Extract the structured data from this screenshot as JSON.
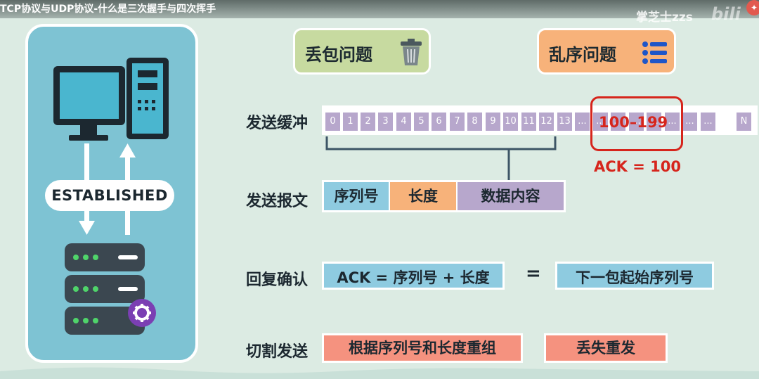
{
  "video": {
    "title": "TCP协议与UDP协议-什么是三次握手与四次挥手",
    "watermark": "掌芝士zzs",
    "platform_logo": "bilibili"
  },
  "left_panel": {
    "connection_state": "ESTABLISHED"
  },
  "top_buttons": {
    "packet_loss": "丢包问题",
    "out_of_order": "乱序问题"
  },
  "rows": {
    "send_buffer": "发送缓冲",
    "send_segment": "发送报文",
    "ack_reply": "回复确认",
    "split_send": "切割发送"
  },
  "buffer_cells": [
    "0",
    "1",
    "2",
    "3",
    "4",
    "5",
    "6",
    "7",
    "8",
    "9",
    "10",
    "11",
    "12",
    "13",
    "...",
    "...",
    "...",
    "...",
    "...",
    "...",
    "...",
    "...",
    "N"
  ],
  "highlight": {
    "range": "100–199",
    "ack": "ACK = 100"
  },
  "segment_fields": [
    "序列号",
    "长度",
    "数据内容"
  ],
  "ack_formula": {
    "left": "ACK = 序列号 + 长度",
    "equals": "=",
    "right": "下一包起始序列号"
  },
  "split_actions": [
    "根据序列号和长度重组",
    "丢失重发"
  ],
  "colors": {
    "background": "#dcebe3",
    "panel": "#7ec3d3",
    "buffer_cell": "#b7a7cc",
    "seq": "#8ecbe0",
    "length": "#f7b27a",
    "data": "#b7a7cc",
    "highlight": "#d6251c",
    "salmon": "#f5927f",
    "green_btn": "#c7daa0",
    "orange_btn": "#f7b27a"
  },
  "icons": [
    "monitor-icon",
    "desktop-tower-icon",
    "server-rack-icon",
    "gear-icon",
    "trash-can-icon",
    "list-icon",
    "arrow-up-icon",
    "arrow-down-icon"
  ]
}
